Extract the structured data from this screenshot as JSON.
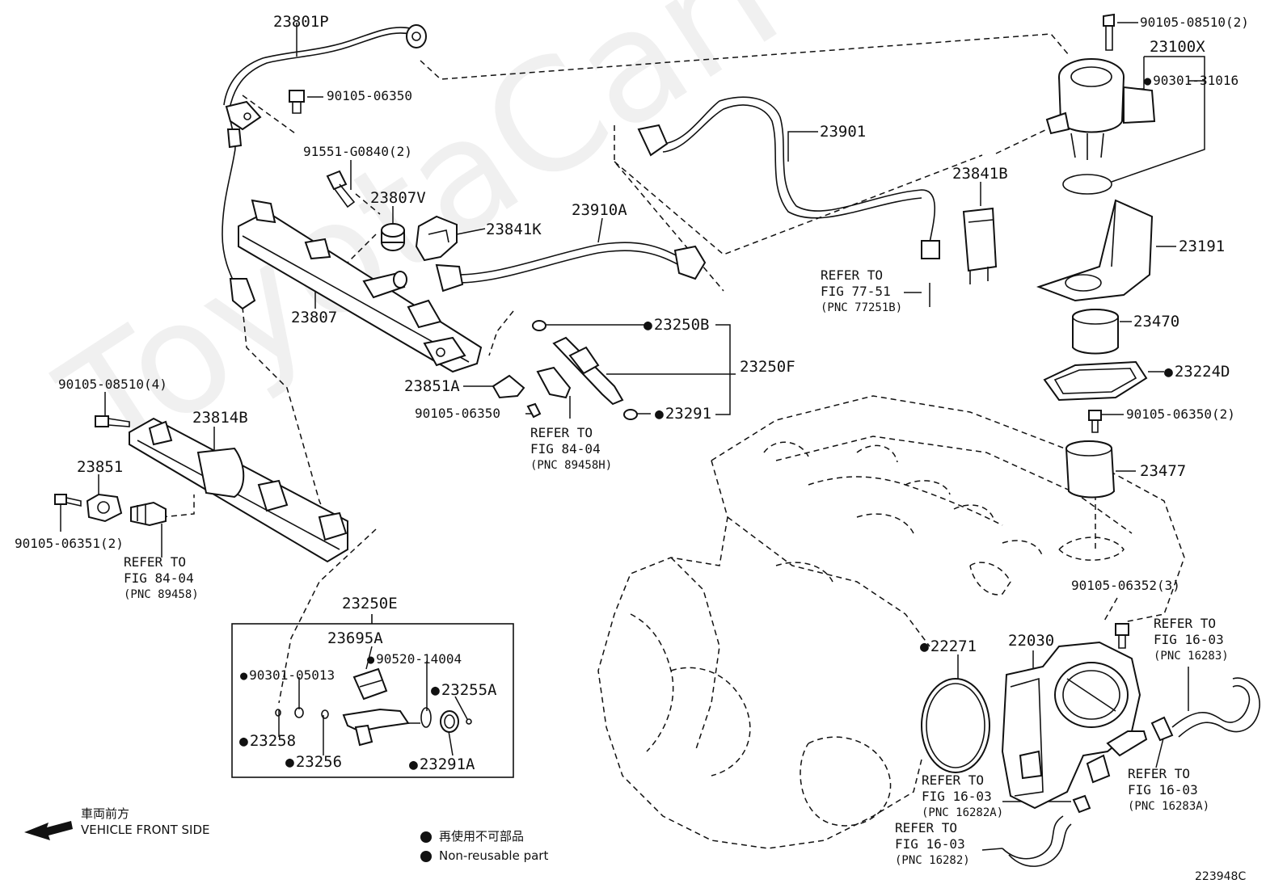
{
  "watermark": "ToyotaCarMine.org",
  "labels": {
    "p23801P": "23801P",
    "p90105_06350_a": "90105-06350",
    "p91551_G0840": "91551-G0840(2)",
    "p23807V": "23807V",
    "p23807": "23807",
    "p23841K": "23841K",
    "p23910A": "23910A",
    "p23901": "23901",
    "p23841B": "23841B",
    "p90105_08510_2": "90105-08510(2)",
    "p23100X": "23100X",
    "p90301_31016": "90301-31016",
    "p23191": "23191",
    "p23470": "23470",
    "p23224D": "23224D",
    "p90105_06350_2": "90105-06350(2)",
    "p23477": "23477",
    "p23250B": "23250B",
    "p23250F": "23250F",
    "p23291": "23291",
    "p23851A": "23851A",
    "p90105_06350_b": "90105-06350",
    "p90105_08510_4": "90105-08510(4)",
    "p23814B": "23814B",
    "p23851": "23851",
    "p90105_06351": "90105-06351(2)",
    "p23250E": "23250E",
    "p23695A": "23695A",
    "p90520_14004": "90520-14004",
    "p90301_05013": "90301-05013",
    "p23255A": "23255A",
    "p23258": "23258",
    "p23256": "23256",
    "p23291A": "23291A",
    "p90105_06352": "90105-06352(3)",
    "p22271": "22271",
    "p22030": "22030",
    "diagram_code": "223948C"
  },
  "refs": {
    "r77_51": {
      "l1": "REFER TO",
      "l2": "FIG 77-51",
      "l3": "(PNC 77251B)"
    },
    "r84_04a": {
      "l1": "REFER TO",
      "l2": "FIG 84-04",
      "l3": "(PNC 89458H)"
    },
    "r84_04b": {
      "l1": "REFER TO",
      "l2": "FIG 84-04",
      "l3": "(PNC 89458)"
    },
    "r16_03a": {
      "l1": "REFER TO",
      "l2": "FIG 16-03",
      "l3": "(PNC 16283)"
    },
    "r16_03b": {
      "l1": "REFER TO",
      "l2": "FIG 16-03",
      "l3": "(PNC 16283A)"
    },
    "r16_03c": {
      "l1": "REFER TO",
      "l2": "FIG 16-03",
      "l3": "(PNC 16282A)"
    },
    "r16_03d": {
      "l1": "REFER TO",
      "l2": "FIG 16-03",
      "l3": "(PNC 16282)"
    }
  },
  "legend": {
    "front_jp": "車両前方",
    "front_en": "VEHICLE FRONT SIDE",
    "nonreuse_jp": "再使用不可部品",
    "nonreuse_en": "Non-reusable part"
  }
}
